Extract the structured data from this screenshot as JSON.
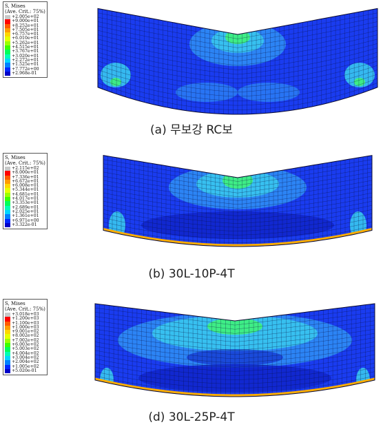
{
  "panels": [
    {
      "caption": "(a) 무보강 RC보",
      "legend": {
        "title": "S, Mises\n(Ave. Crit.: 75%)",
        "values": [
          "+2.005e+02",
          "+9.000e+01",
          "+8.252e+01",
          "+7.505e+01",
          "+6.757e+01",
          "+6.010e+01",
          "+5.262e+01",
          "+4.515e+01",
          "+3.767e+01",
          "+3.020e+01",
          "+2.272e+01",
          "+1.525e+01",
          "+7.772e+00",
          "+2.968e-01"
        ]
      }
    },
    {
      "caption": "(b) 30L-10P-4T",
      "legend": {
        "title": "S, Mises\n(Ave. Crit.: 75%)",
        "values": [
          "+2.115e+02",
          "+8.000e+01",
          "+7.336e+01",
          "+6.672e+01",
          "+6.008e+01",
          "+5.344e+01",
          "+4.681e+01",
          "+4.017e+01",
          "+3.353e+01",
          "+2.689e+01",
          "+2.025e+01",
          "+1.361e+01",
          "+6.971e+00",
          "+3.322e-01"
        ]
      }
    },
    {
      "caption": "(d) 30L-25P-4T",
      "legend": {
        "title": "S, Mises\n(Ave. Crit.: 75%)",
        "values": [
          "+3.018e+03",
          "+1.200e+03",
          "+1.100e+03",
          "+1.000e+03",
          "+9.001e+02",
          "+8.002e+02",
          "+7.002e+02",
          "+6.003e+02",
          "+5.003e+02",
          "+4.004e+02",
          "+3.004e+02",
          "+2.004e+02",
          "+1.005e+02",
          "+5.020e-01"
        ]
      }
    }
  ],
  "colors": {
    "scale": [
      "#c8c8c8",
      "#ff0000",
      "#ff5a00",
      "#ff9b00",
      "#ffd600",
      "#e6ff00",
      "#9bff00",
      "#3cff00",
      "#00ff5a",
      "#00ffb4",
      "#00d7ff",
      "#0082ff",
      "#0028ff",
      "#0000c8"
    ],
    "beam_base": "#1a3cf0",
    "beam_mid": "#2f8cf5",
    "beam_light": "#39c7ef",
    "beam_green": "#3ff27a",
    "beam_deep": "#0f23c8",
    "mesh": "#0a1040"
  }
}
